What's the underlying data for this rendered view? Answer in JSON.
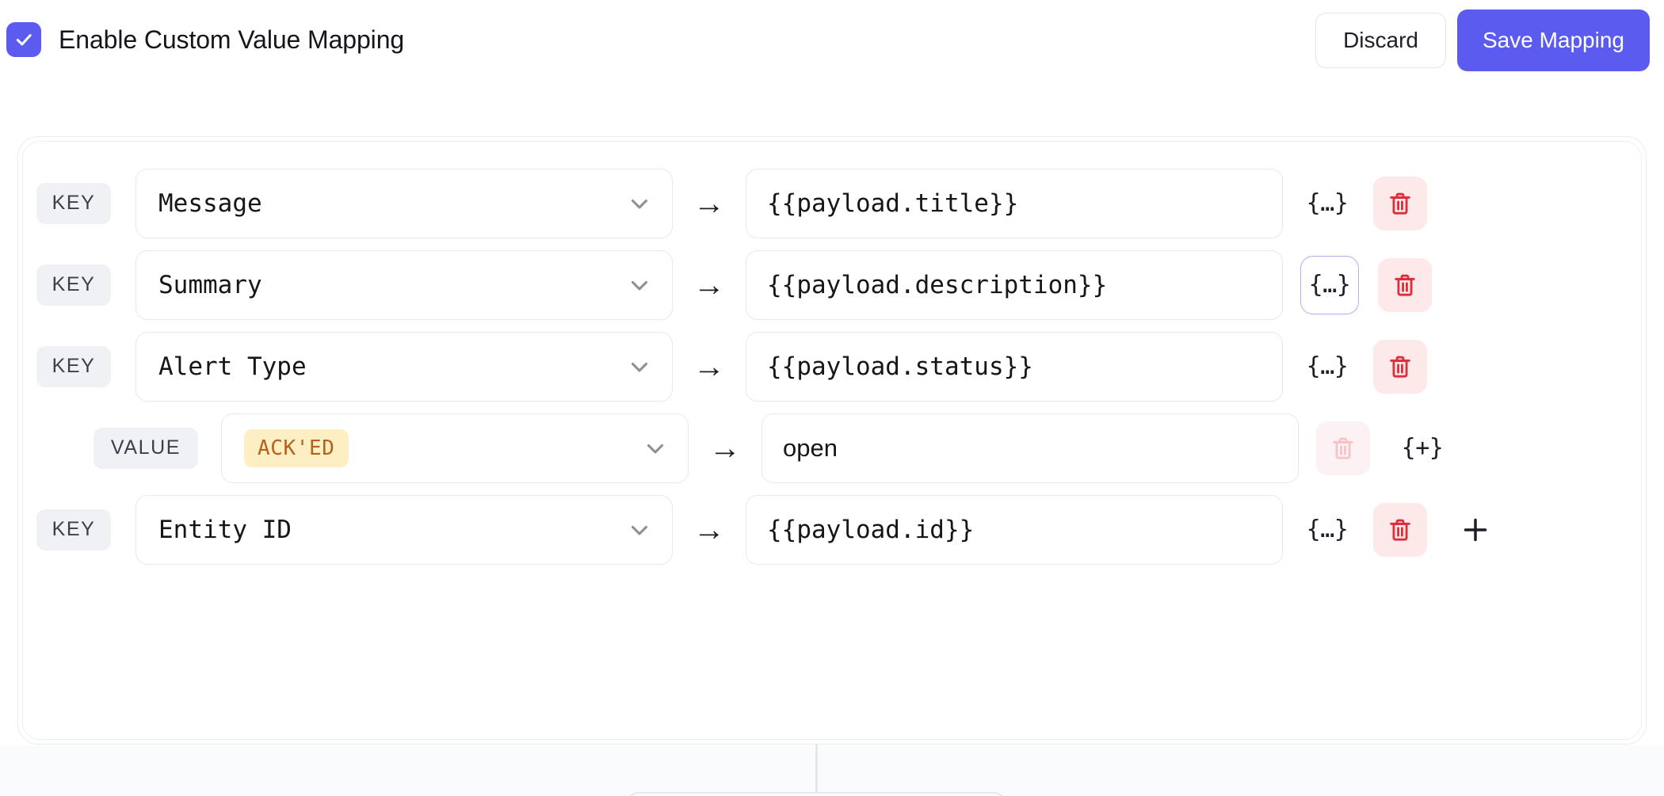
{
  "header": {
    "checkbox": {
      "name": "enable-custom-value-mapping",
      "checked": true,
      "icon": "check-icon"
    },
    "label": "Enable Custom Value Mapping",
    "discard_label": "Discard",
    "save_label": "Save Mapping"
  },
  "colors": {
    "accent": "#5b5bef",
    "danger": "#dc2f3c",
    "danger_bg": "#fde9ea",
    "chip_bg": "#fdeec4",
    "chip_text": "#b5611a",
    "badge_bg": "#f0f1f4",
    "focus_ring": "#b2b0f5",
    "border": "#e6e9ee",
    "page_bg": "#fafbfc"
  },
  "icons": {
    "chevron_down": "chevron-down-icon",
    "arrow_right": "→",
    "curly_ellipsis": "{…}",
    "curly_plus": "{+}",
    "trash": "trash-icon",
    "plus": "+"
  },
  "mapping_rows": [
    {
      "badge": "KEY",
      "badge_type": "key",
      "source": "Message",
      "source_is_chip": false,
      "arrow": "→",
      "target": "{{payload.title}}",
      "target_mono": true,
      "curly": "{…}",
      "curly_focused": false,
      "curly_first": true,
      "has_trash": true,
      "trash_muted": false,
      "has_plus": false
    },
    {
      "badge": "KEY",
      "badge_type": "key",
      "source": "Summary",
      "source_is_chip": false,
      "arrow": "→",
      "target": "{{payload.description}}",
      "target_mono": true,
      "curly": "{…}",
      "curly_focused": true,
      "curly_first": true,
      "has_trash": true,
      "trash_muted": false,
      "has_plus": false
    },
    {
      "badge": "KEY",
      "badge_type": "key",
      "source": "Alert Type",
      "source_is_chip": false,
      "arrow": "→",
      "target": "{{payload.status}}",
      "target_mono": true,
      "curly": "{…}",
      "curly_focused": false,
      "curly_first": true,
      "has_trash": true,
      "trash_muted": false,
      "has_plus": false
    },
    {
      "badge": "VALUE",
      "badge_type": "value",
      "source": "ACK'ED",
      "source_is_chip": true,
      "arrow": "→",
      "target": "open",
      "target_mono": false,
      "curly": "{+}",
      "curly_focused": false,
      "curly_first": false,
      "has_trash": true,
      "trash_muted": true,
      "has_plus": false
    },
    {
      "badge": "KEY",
      "badge_type": "key",
      "source": "Entity ID",
      "source_is_chip": false,
      "arrow": "→",
      "target": "{{payload.id}}",
      "target_mono": true,
      "curly": "{…}",
      "curly_focused": false,
      "curly_first": true,
      "has_trash": true,
      "trash_muted": false,
      "has_plus": true
    }
  ]
}
